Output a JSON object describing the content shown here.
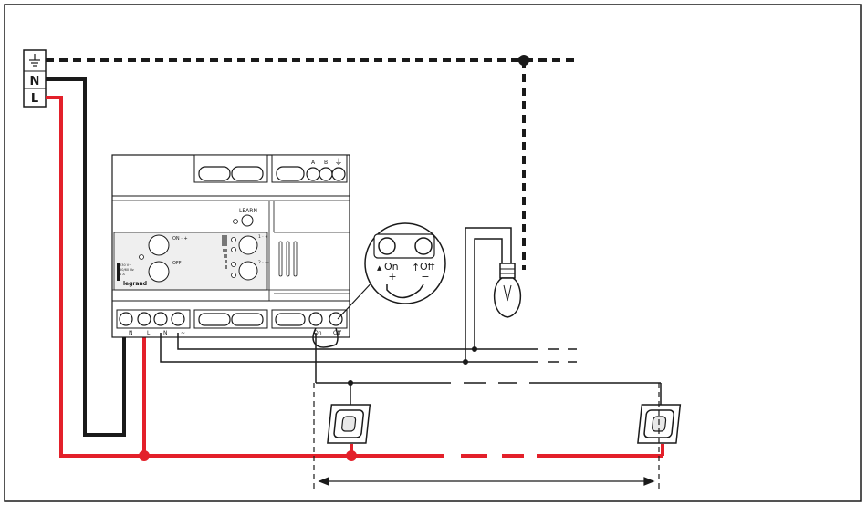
{
  "terminals": {
    "ground_symbol": "⏚",
    "neutral": "N",
    "line": "L"
  },
  "module": {
    "learn_label": "LEARN",
    "on_label": "ON · +",
    "off_label": "OFF · —",
    "ch1_label": "1 · +",
    "ch2_label": "2 · —",
    "bus_a": "A",
    "bus_b": "B",
    "bus_ground": "⏚",
    "spec_text": [
      "230 V~",
      "50/60 Hz",
      "1 A"
    ],
    "brand": "legrand",
    "bottom_labels": [
      "N",
      "L",
      "N",
      "~"
    ],
    "out_on": "On",
    "out_off": "Off"
  },
  "callout": {
    "on_label": "On",
    "off_label": "Off",
    "plus": "+",
    "minus": "−"
  },
  "colors": {
    "live": "#e3202a",
    "neutral": "#1a1a1a",
    "earth": "#1a1a1a",
    "frame": "#1a1a1a"
  }
}
